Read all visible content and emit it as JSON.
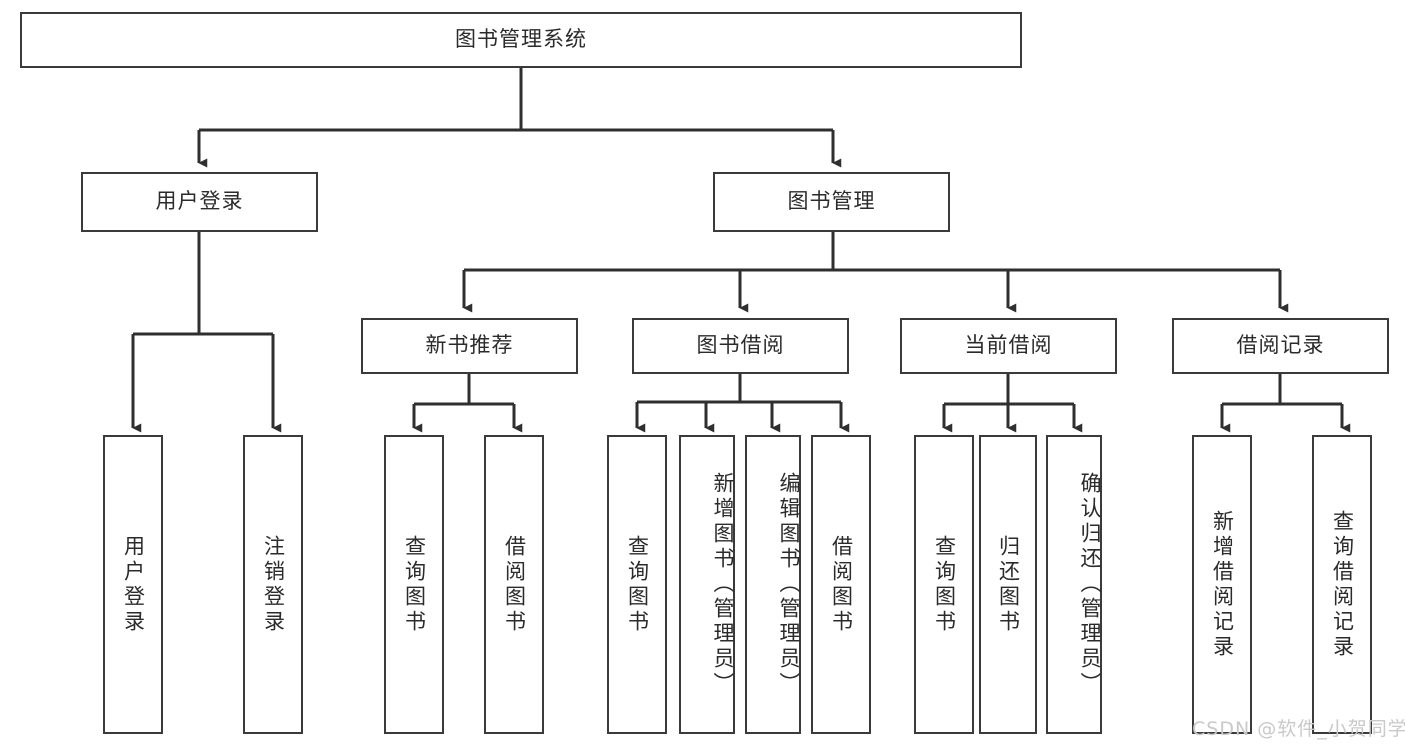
{
  "diagram": {
    "title": "图书管理系统",
    "watermark": "CSDN @软件_小贺同学",
    "colors": {
      "background": "#ffffff",
      "node_border": "#3a3a3a",
      "node_fill": "#ffffff",
      "text": "#2b2b2b",
      "edge": "#2f2f2f",
      "watermark": "#c9c9c9"
    },
    "nodes": {
      "root": "图书管理系统",
      "user_login": "用户登录",
      "book_manage": "图书管理",
      "new_book_rec": "新书推荐",
      "book_borrow": "图书借阅",
      "current_borrow": "当前借阅",
      "borrow_record": "借阅记录",
      "leaf_user_login": "用户登录",
      "leaf_logout": "注销登录",
      "leaf_rec_query_book": "查询图书",
      "leaf_rec_borrow_book": "借阅图书",
      "leaf_borrow_query_book": "查询图书",
      "leaf_add_book_admin": "新增图书（管理员）",
      "leaf_edit_book_admin": "编辑图书（管理员）",
      "leaf_borrow_book": "借阅图书",
      "leaf_cur_query_book": "查询图书",
      "leaf_return_book": "归还图书",
      "leaf_confirm_return_admin": "确认归还（管理员）",
      "leaf_add_borrow_record": "新增借阅记录",
      "leaf_query_borrow_record": "查询借阅记录"
    }
  }
}
